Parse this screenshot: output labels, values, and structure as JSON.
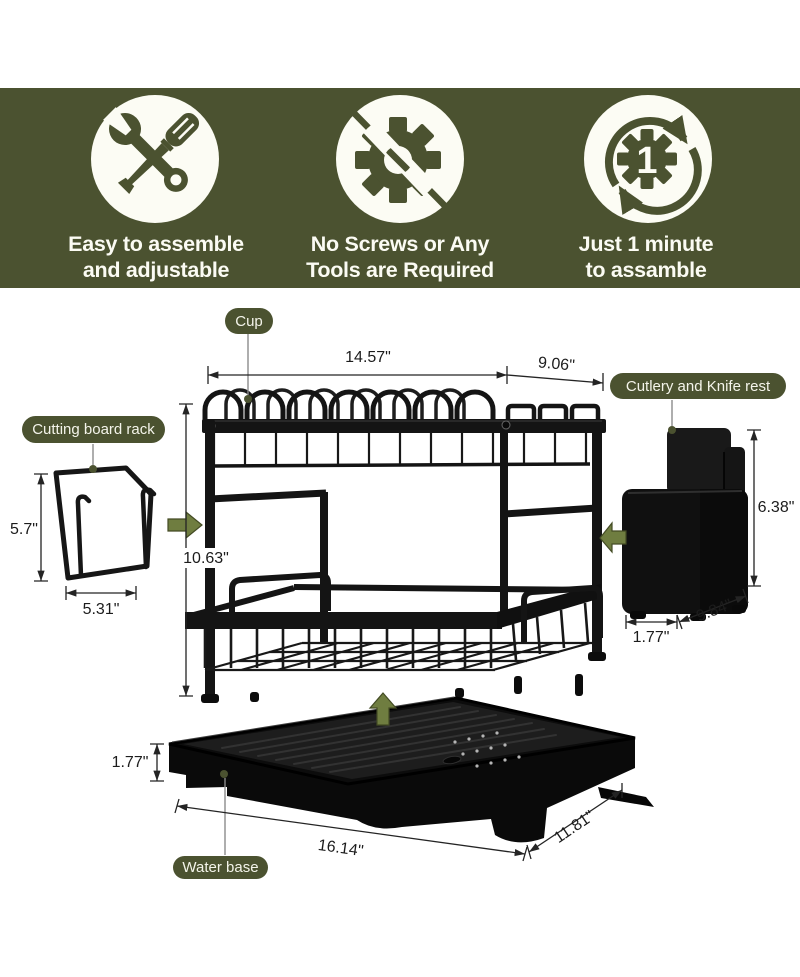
{
  "header": {
    "features": [
      {
        "icon": "wrench-screwdriver-icon",
        "line1": "Easy to assemble",
        "line2": "and adjustable"
      },
      {
        "icon": "no-tools-gear-icon",
        "line1": "No Screws or Any",
        "line2": "Tools are Required"
      },
      {
        "icon": "one-minute-gear-icon",
        "badge": "1",
        "line1": "Just 1 minute",
        "line2": "to assamble"
      }
    ]
  },
  "labels": {
    "cup": "Cup",
    "cutting_board": "Cutting board rack",
    "cutlery": "Cutlery and Knife rest",
    "water_base": "Water base"
  },
  "dims": {
    "top_width": "14.57\"",
    "top_depth": "9.06\"",
    "rack_height": "10.63\"",
    "cb_height": "5.7\"",
    "cb_width": "5.31\"",
    "cutlery_height": "6.38\"",
    "cutlery_depth": "9.84\"",
    "cutlery_width": "1.77\"",
    "base_height": "1.77\"",
    "base_width": "16.14\"",
    "base_depth": "11.81\""
  },
  "colors": {
    "band_olive": "#4b5230",
    "icon_circle": "#fcfcf4",
    "label_text": "#f4f4ea",
    "arrow_olive": "#6f7d40",
    "product_black": "#141414",
    "dim_ink": "#242424"
  }
}
